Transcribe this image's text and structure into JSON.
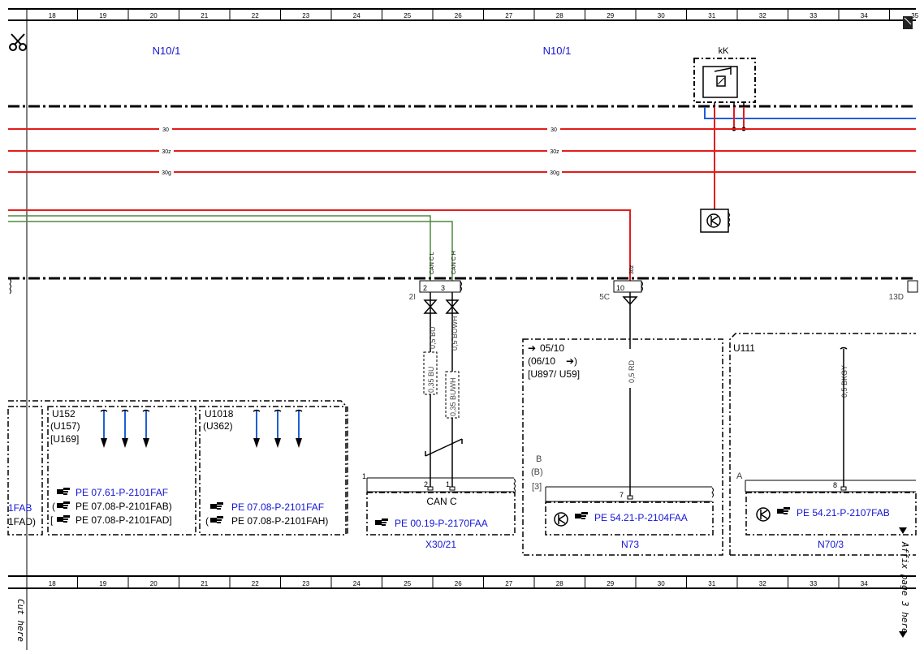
{
  "ruler": {
    "columns_top": [
      "18",
      "19",
      "20",
      "21",
      "22",
      "23",
      "24",
      "25",
      "26",
      "27",
      "28",
      "29",
      "30",
      "31",
      "32",
      "33",
      "34",
      "35"
    ],
    "columns_bottom": [
      "18",
      "19",
      "20",
      "21",
      "22",
      "23",
      "24",
      "25",
      "26",
      "27",
      "28",
      "29",
      "30",
      "31",
      "32",
      "33",
      "34"
    ]
  },
  "titles": {
    "left_unit": "N10/1",
    "right_unit": "N10/1",
    "relay_label": "kK"
  },
  "rails": {
    "r30": "30",
    "r30z": "30z",
    "r30g": "30g"
  },
  "can": {
    "low_label": "CAN C L",
    "high_label": "CAN C H",
    "wire30z": "30z",
    "conn_a": "2I",
    "pin_a1": "2",
    "pin_a2": "3",
    "conn_b": "5C",
    "pin_b": "10",
    "conn_c": "13D",
    "wire_bu": "0,5 BU",
    "wire_buwh": "0,5 BUWH",
    "wire_bu_small": "0,35 BU",
    "wire_buwh_small": "0,35 BUWH",
    "wire_rd": "0,5 RD",
    "wire_bkgy": "0,5 BKGY"
  },
  "boxes": {
    "fab_a": "1FAB",
    "fab_b": "1FAD)",
    "u152": "U152",
    "u157": "(U157)",
    "u169": "[U169]",
    "u1018": "U1018",
    "u362": "(U362)",
    "ref1": "PE 07.61-P-2101FAF",
    "ref2": "PE 07.08-P-2101FAB)",
    "ref3": "PE 07.08-P-2101FAD]",
    "ref4": "PE 07.08-P-2101FAF",
    "ref5": "PE 07.08-P-2101FAH)",
    "n73_a": "05/10",
    "n73_b": "(06/10",
    "n73_c": "[U897/ U59]",
    "n73_pos_b": "B",
    "n73_pos_b2": "(B)",
    "n73_pos_3": "[3]",
    "u111": "U111",
    "pos_a": "A"
  },
  "components": {
    "x30_pin1": "1",
    "x30_pin2": "2",
    "x30_pin1b": "1",
    "x30_label": "CAN C",
    "x30_ref": "PE 00.19-P-2170FAA",
    "x30_name": "X30/21",
    "n73_pin": "7",
    "n73_ref": "PE 54.21-P-2104FAA",
    "n73_name": "N73",
    "n70_pin": "8",
    "n70_ref": "PE 54.21-P-2107FAB",
    "n70_name": "N70/3"
  },
  "margin": {
    "cut_here": "Cut here",
    "affix": "Affix page 3 here"
  },
  "colors": {
    "rail_red": "#e41c1c",
    "blue_line": "#1f5fd8",
    "green_line": "#4f8a3c",
    "ref_blue": "#1515d6"
  },
  "icons": [
    "scissors-icon",
    "pointing-hand-icon",
    "relay-icon",
    "sensor-icon",
    "page-corner-icon"
  ]
}
